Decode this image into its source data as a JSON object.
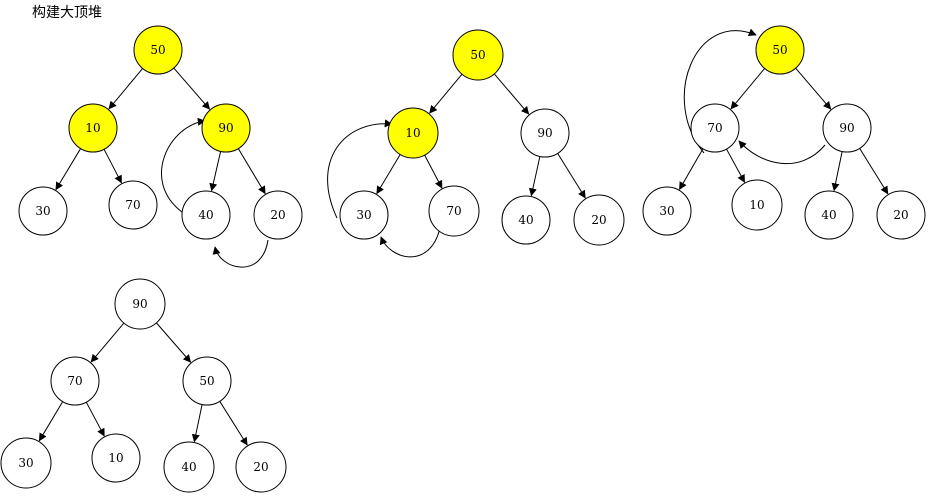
{
  "title": "构建大顶堆",
  "colors": {
    "highlight": "#ffff00",
    "plain": "#ffffff",
    "stroke": "#000000"
  },
  "trees": [
    {
      "name": "step-1",
      "nodes": [
        "50",
        "10",
        "90",
        "30",
        "70",
        "40",
        "20"
      ],
      "highlighted": [
        0,
        1,
        2
      ]
    },
    {
      "name": "step-2",
      "nodes": [
        "50",
        "10",
        "90",
        "30",
        "70",
        "40",
        "20"
      ],
      "highlighted": [
        0,
        1
      ]
    },
    {
      "name": "step-3",
      "nodes": [
        "50",
        "70",
        "90",
        "30",
        "10",
        "40",
        "20"
      ],
      "highlighted": [
        0
      ]
    },
    {
      "name": "step-4",
      "nodes": [
        "90",
        "70",
        "50",
        "30",
        "10",
        "40",
        "20"
      ],
      "highlighted": []
    }
  ]
}
